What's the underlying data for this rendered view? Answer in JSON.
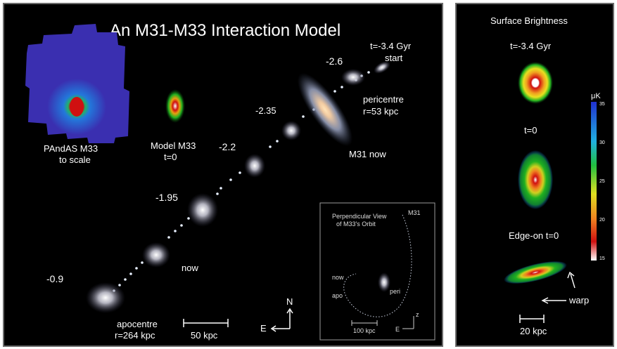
{
  "main": {
    "title": "An M31-M33 Interaction Model",
    "pandas_label": [
      "PAndAS M33",
      "to scale"
    ],
    "model_label": [
      "Model M33",
      "t=0"
    ],
    "start_label": [
      "t=-3.4 Gyr",
      "start"
    ],
    "pericentre_label": [
      "pericentre",
      "r=53 kpc"
    ],
    "m31_label": "M31 now",
    "time_labels": [
      "-2.6",
      "-2.35",
      "-2.2",
      "-1.95",
      "-0.9"
    ],
    "now_label": "now",
    "apocentre_label": [
      "apocentre",
      "r=264 kpc"
    ],
    "scale_label": "50 kpc",
    "compass": {
      "north": "N",
      "east": "E"
    }
  },
  "inset": {
    "title": [
      "Perpendicular View",
      "of M33's Orbit"
    ],
    "m31_label": "M31",
    "now_label": "now",
    "apo_label": "apo",
    "peri_label": "peri",
    "scale_label": "100 kpc",
    "axis_z": "z",
    "axis_e": "E"
  },
  "side": {
    "title": "Surface Brightness",
    "panel_labels": [
      "t=-3.4 Gyr",
      "t=0",
      "Edge-on t=0"
    ],
    "colorbar_title": "μK",
    "colorbar_ticks": [
      "35",
      "30",
      "25",
      "20",
      "15"
    ],
    "warp_label": "warp",
    "scale_label": "20 kpc"
  },
  "colors": {
    "background": "#000000",
    "text": "#ffffff",
    "frame": "#6b6b6b",
    "pandas_fill": "#3a2fb0",
    "core": "#d01010"
  }
}
